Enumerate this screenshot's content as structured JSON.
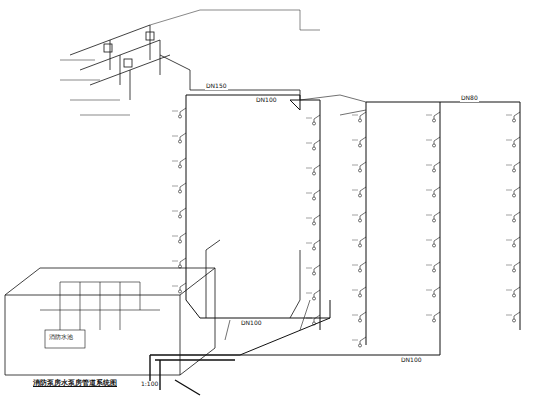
{
  "diagram": {
    "caption": "消防泵房水泵房管道系统图",
    "labels": [
      "消防水池",
      "1:100",
      "DN150",
      "DN100",
      "DN100",
      "DN100",
      "DN80"
    ]
  }
}
